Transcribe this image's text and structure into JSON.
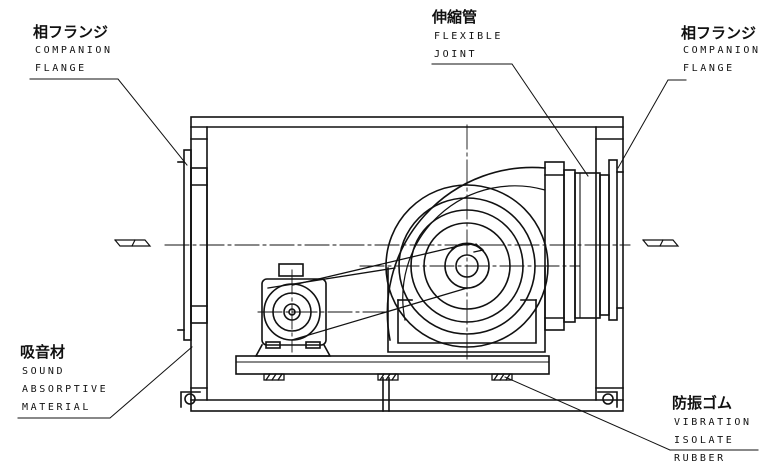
{
  "labels": {
    "flange_left": {
      "ja": "相フランジ",
      "en": [
        "COMPANION",
        "FLANGE"
      ]
    },
    "flexible": {
      "ja": "伸縮管",
      "en": [
        "FLEXIBLE",
        "JOINT"
      ]
    },
    "flange_right": {
      "ja": "相フランジ",
      "en": [
        "COMPANION",
        "FLANGE"
      ]
    },
    "sound": {
      "ja": "吸音材",
      "en": [
        "SOUND",
        "ABSORPTIVE",
        "MATERIAL"
      ]
    },
    "rubber": {
      "ja": "防振ゴム",
      "en": [
        "VIBRATION",
        "ISOLATE",
        "RUBBER"
      ]
    }
  },
  "colors": {
    "line": "#111111",
    "background": "#ffffff"
  }
}
